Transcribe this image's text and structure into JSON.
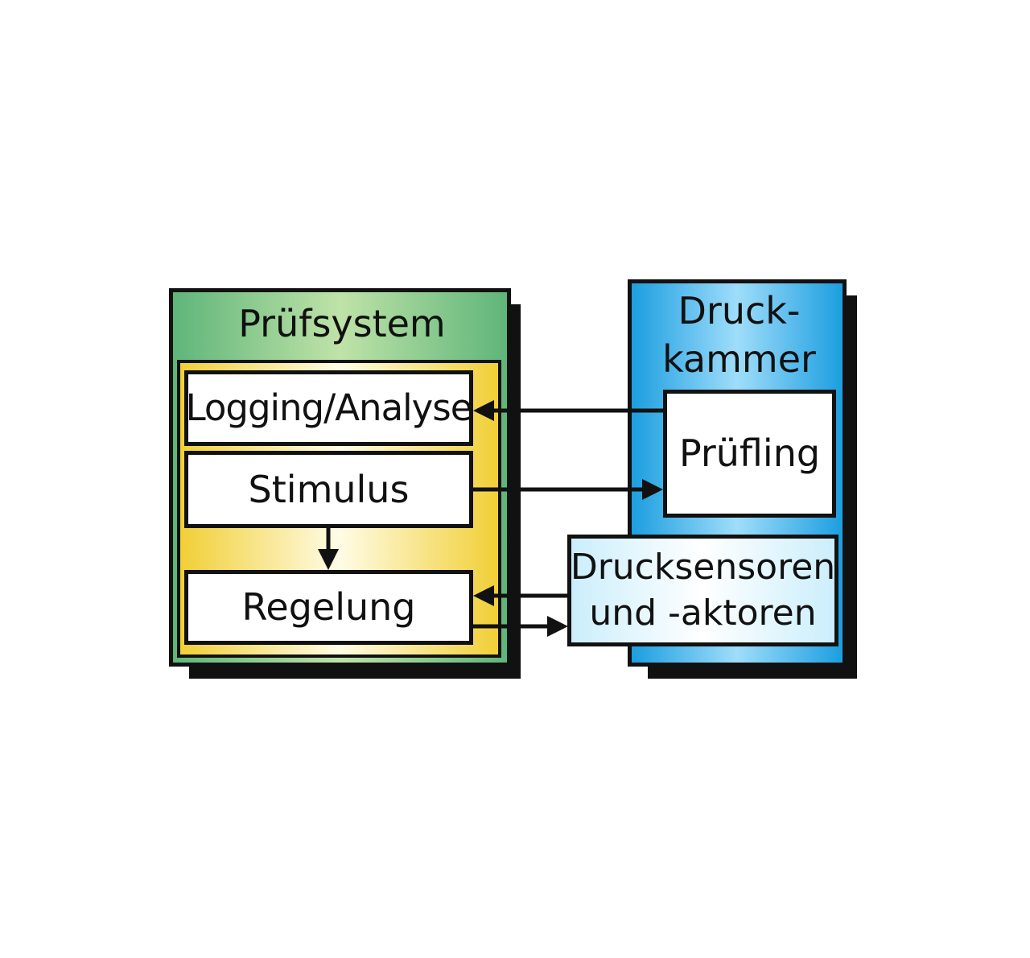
{
  "diagram": {
    "pruefsystem": {
      "title": "Prüfsystem",
      "colors": {
        "outer": "#7cc28a",
        "inner": "#f4d64a"
      },
      "modules": {
        "logging": "Logging/Analyse",
        "stimulus": "Stimulus",
        "regelung": "Regelung"
      }
    },
    "druckkammer": {
      "title": "Druck-\nkammer",
      "color": "#29a8e8",
      "pruefling": "Prüfling",
      "sensoren": "Drucksensoren\nund -aktoren"
    },
    "connections": [
      {
        "from": "Prüfling",
        "to": "Logging/Analyse"
      },
      {
        "from": "Stimulus",
        "to": "Prüfling"
      },
      {
        "from": "Stimulus",
        "to": "Regelung"
      },
      {
        "from": "Drucksensoren und -aktoren",
        "to": "Regelung"
      },
      {
        "from": "Regelung",
        "to": "Drucksensoren und -aktoren"
      }
    ]
  }
}
